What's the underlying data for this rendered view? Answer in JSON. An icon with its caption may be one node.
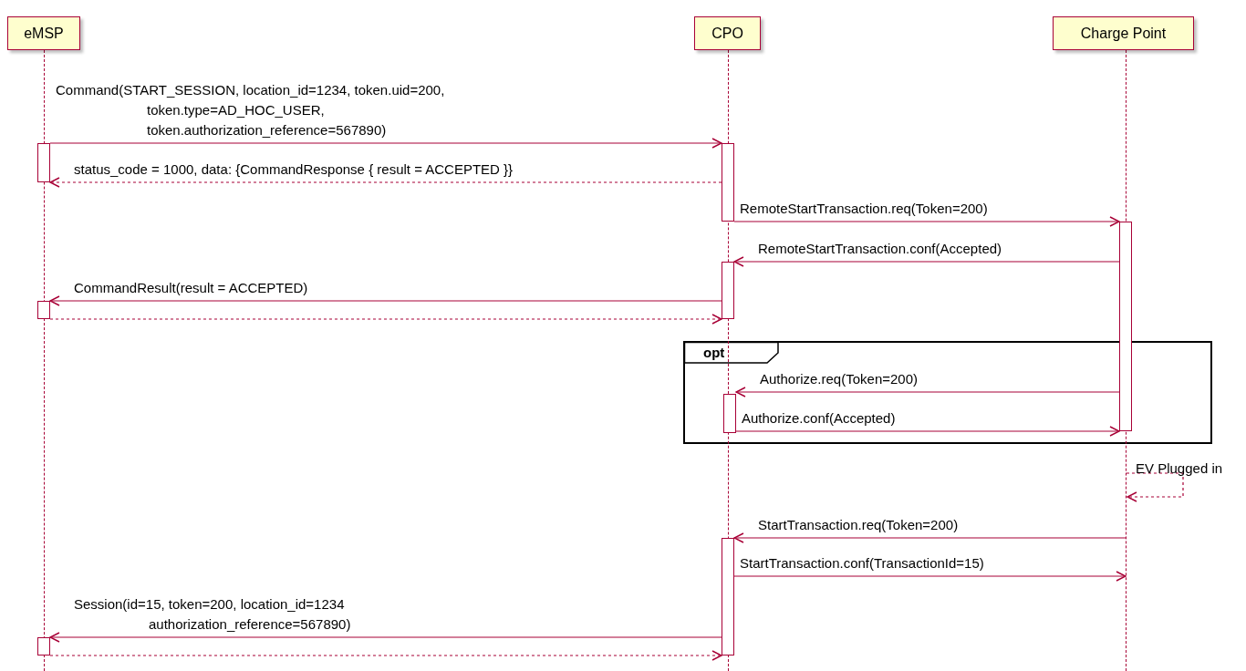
{
  "diagram": {
    "nodes": [
      {
        "text": [
          "eMSP"
        ]
      },
      {
        "text": [
          "CPO"
        ]
      },
      {
        "text": [
          "Charge Point"
        ]
      },
      {
        "text": [
          "opt"
        ]
      },
      {
        "text": [],
        "shape": "line"
      },
      {
        "text": [],
        "shape": "line"
      },
      {
        "text": [],
        "shape": "line"
      },
      {
        "text": [],
        "shape": "bar"
      },
      {
        "text": [],
        "shape": "bar"
      },
      {
        "text": [],
        "shape": "bar"
      },
      {
        "text": [],
        "shape": "bar"
      },
      {
        "text": [],
        "shape": "bar"
      },
      {
        "text": [],
        "shape": "bar",
        "in": 3
      },
      {
        "text": [],
        "shape": "bar"
      },
      {
        "text": [],
        "shape": "bar"
      }
    ],
    "edges": [
      {
        "from": 7,
        "to": 8,
        "arrow": "to",
        "label": "Command(START_SESSION, location_id=1234, token.uid=200, token.type=AD_HOC_USER, token.authorization_reference=567890)"
      },
      {
        "from": 8,
        "to": 7,
        "arrow": "to",
        "style": "dashed",
        "label": "status_code = 1000, data: {CommandResponse { result = ACCEPTED }}"
      },
      {
        "from": 8,
        "to": 9,
        "arrow": "to",
        "label": "RemoteStartTransaction.req(Token=200)"
      },
      {
        "from": 9,
        "to": 10,
        "arrow": "to",
        "label": "RemoteStartTransaction.conf(Accepted)"
      },
      {
        "from": 10,
        "to": 11,
        "arrow": "to",
        "label": "CommandResult(result = ACCEPTED)"
      },
      {
        "from": 11,
        "to": 10,
        "arrow": "to",
        "style": "dashed"
      },
      {
        "from": 9,
        "to": 12,
        "arrow": "to",
        "label": "Authorize.req(Token=200)"
      },
      {
        "from": 12,
        "to": 9,
        "arrow": "to",
        "label": "Authorize.conf(Accepted)"
      },
      {
        "from": 6,
        "to": 6,
        "arrow": "to",
        "style": "dashed",
        "label": "EV Plugged in"
      },
      {
        "from": 6,
        "to": 13,
        "arrow": "to",
        "label": "StartTransaction.req(Token=200)"
      },
      {
        "from": 13,
        "to": 6,
        "arrow": "to",
        "label": "StartTransaction.conf(TransactionId=15)"
      },
      {
        "from": 13,
        "to": 14,
        "arrow": "to",
        "label": "Session(id=15, token=200, location_id=1234 authorization_reference=567890)"
      },
      {
        "from": 14,
        "to": 13,
        "arrow": "to",
        "style": "dashed"
      }
    ]
  }
}
